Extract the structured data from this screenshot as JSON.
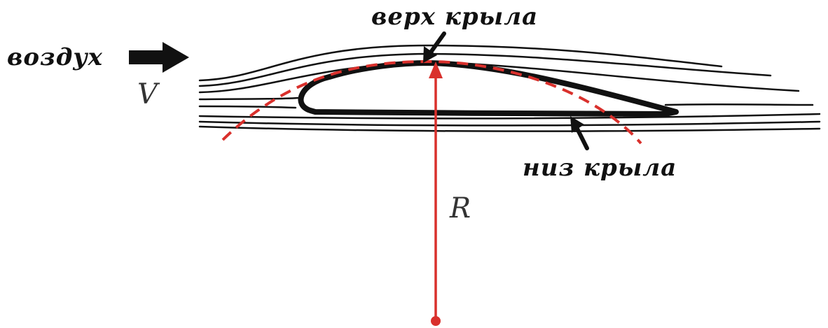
{
  "labels": {
    "wing_top": "верх крыла",
    "wing_bottom": "низ крыла",
    "air": "воздух",
    "velocity": "V",
    "radius": "R"
  },
  "colors": {
    "ink": "#111111",
    "radius_line": "#d9302c",
    "curvature_dash": "#d9302c"
  },
  "icons": {
    "air_direction": "arrow-right-icon",
    "top_pointer": "arrow-pointer-icon",
    "bottom_pointer": "arrow-pointer-icon"
  }
}
